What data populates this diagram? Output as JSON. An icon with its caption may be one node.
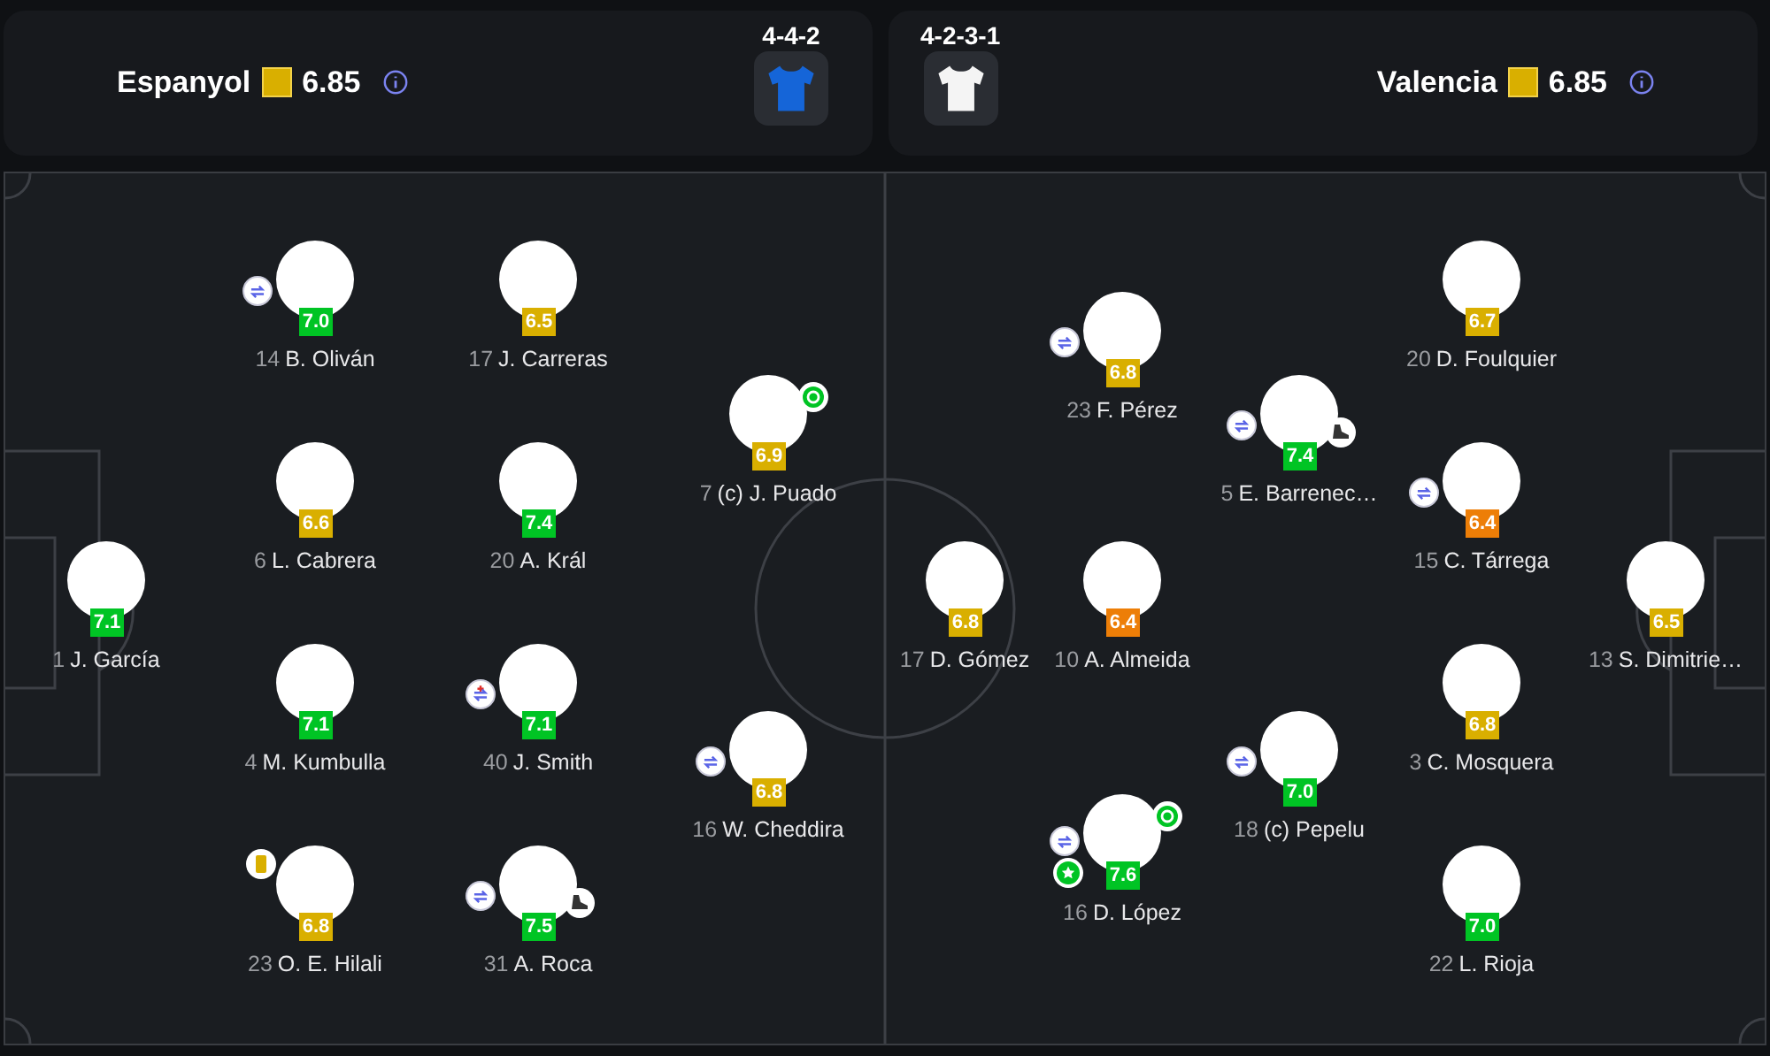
{
  "diagram": {
    "nodes": [
      {
        "text": [
          "Espanyol",
          "6.85",
          "4-4-2"
        ]
      },
      {
        "text": [
          "4-2-3-1",
          "Valencia",
          "6.85"
        ]
      },
      {
        "text": [],
        "shape": "box"
      },
      {
        "text": [
          "7.1",
          "1",
          "J. García"
        ],
        "in": 2
      },
      {
        "text": [
          "7.0",
          "14",
          "B. Oliván"
        ],
        "in": 2
      },
      {
        "text": [
          "6.6",
          "6",
          "L. Cabrera"
        ],
        "in": 2
      },
      {
        "text": [
          "7.1",
          "4",
          "M. Kumbulla"
        ],
        "in": 2
      },
      {
        "text": [
          "6.8",
          "23",
          "O. E. Hilali"
        ],
        "in": 2
      },
      {
        "text": [
          "6.5",
          "17",
          "J. Carreras"
        ],
        "in": 2
      },
      {
        "text": [
          "7.4",
          "20",
          "A. Král"
        ],
        "in": 2
      },
      {
        "text": [
          "7.1",
          "40",
          "J. Smith"
        ],
        "in": 2
      },
      {
        "text": [
          "7.5",
          "31",
          "A. Roca"
        ],
        "in": 2
      },
      {
        "text": [
          "6.9",
          "7",
          "(c) J. Puado"
        ],
        "in": 2
      },
      {
        "text": [
          "6.8",
          "16",
          "W. Cheddira"
        ],
        "in": 2
      },
      {
        "text": [
          "6.8",
          "17",
          "D. Gómez"
        ],
        "in": 2
      },
      {
        "text": [
          "6.8",
          "23",
          "F. Pérez"
        ],
        "in": 2
      },
      {
        "text": [
          "6.4",
          "10",
          "A. Almeida"
        ],
        "in": 2
      },
      {
        "text": [
          "7.6",
          "16",
          "D. López"
        ],
        "in": 2
      },
      {
        "text": [
          "7.4",
          "5",
          "E. Barrenec…"
        ],
        "in": 2
      },
      {
        "text": [
          "7.0",
          "18",
          "(c) Pepelu"
        ],
        "in": 2
      },
      {
        "text": [
          "6.7",
          "20",
          "D. Foulquier"
        ],
        "in": 2
      },
      {
        "text": [
          "6.4",
          "15",
          "C. Tárrega"
        ],
        "in": 2
      },
      {
        "text": [
          "6.8",
          "3",
          "C. Mosquera"
        ],
        "in": 2
      },
      {
        "text": [
          "7.0",
          "22",
          "L. Rioja"
        ],
        "in": 2
      },
      {
        "text": [
          "6.5",
          "13",
          "S. Dimitrie…"
        ],
        "in": 2
      }
    ]
  }
}
